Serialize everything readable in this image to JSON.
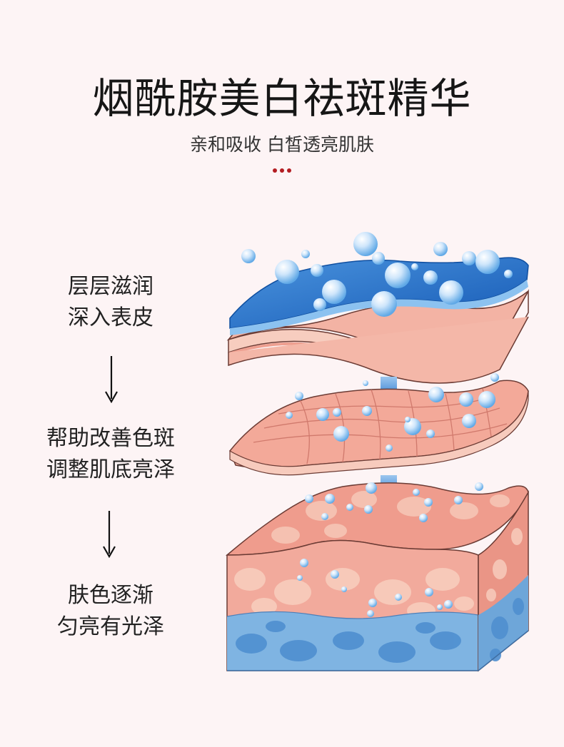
{
  "header": {
    "title": "烟酰胺美白祛斑精华",
    "subtitle": "亲和吸收 白皙透亮肌肤",
    "dot_color": "#b31d22"
  },
  "steps": [
    {
      "line1": "层层滋润",
      "line2": "深入表皮"
    },
    {
      "line1": "帮助改善色斑",
      "line2": "调整肌底亮泽"
    },
    {
      "line1": "肤色逐渐",
      "line2": "匀亮有光泽"
    }
  ],
  "icons": {
    "step_arrow": "down-arrow-icon",
    "flow_arrow": "blue-down-arrow-icon",
    "droplet": "water-droplet-icon"
  },
  "colors": {
    "background": "#fdf4f5",
    "accent_red": "#b31d22",
    "serum_blue": "#1f6fc8",
    "arrow_blue": "#1560b8",
    "skin_pink": "#f0a597",
    "skin_light": "#f7c7b8",
    "deep_blue": "#6fa8dc",
    "text": "#161616"
  }
}
